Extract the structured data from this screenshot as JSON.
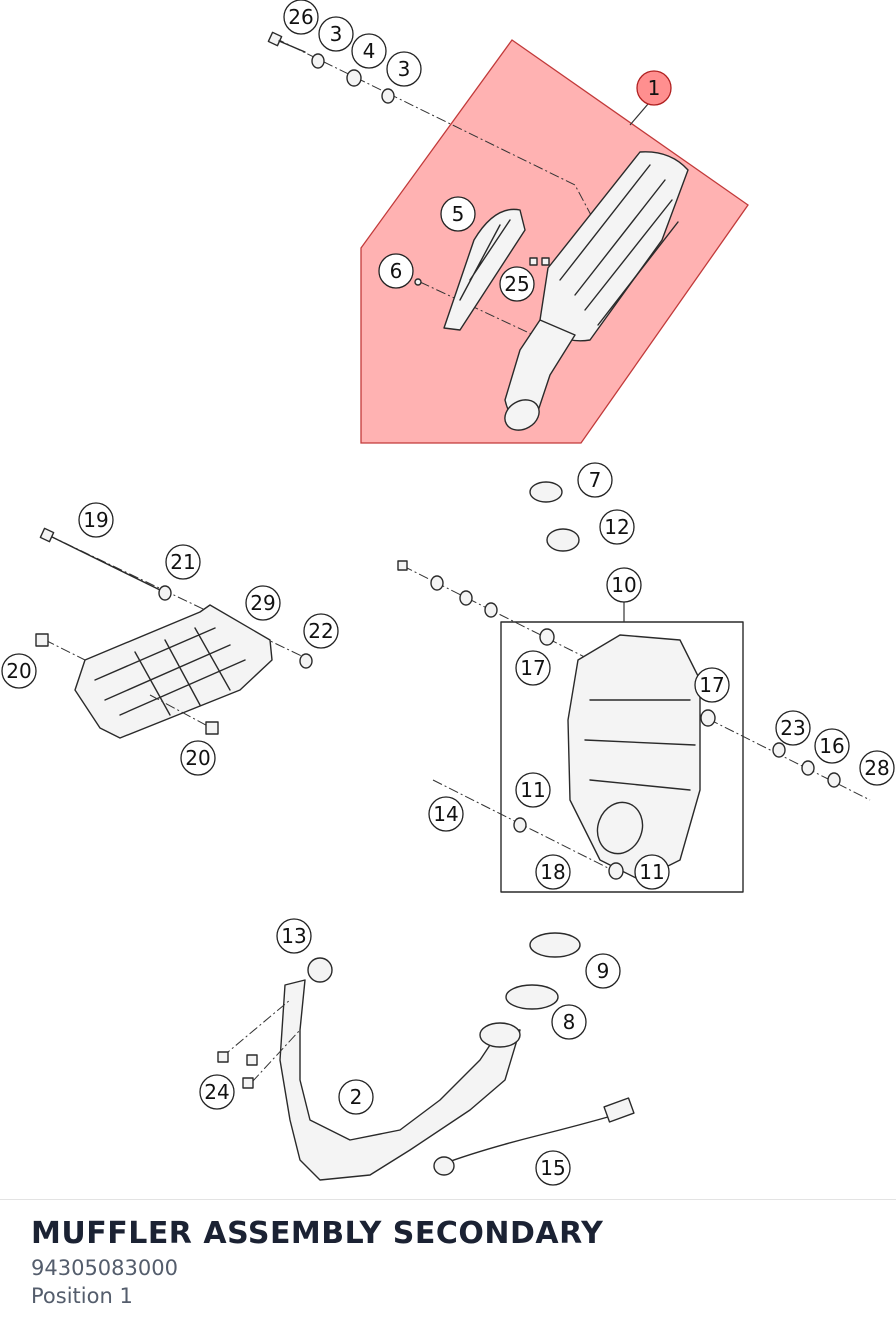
{
  "part": {
    "title": "MUFFLER ASSEMBLY SECONDARY",
    "number": "94305083000",
    "position": "Position 1"
  },
  "highlight_color": "#ff9f9f",
  "callouts": [
    "26",
    "3",
    "4",
    "3",
    "1",
    "5",
    "6",
    "25",
    "7",
    "12",
    "19",
    "21",
    "29",
    "22",
    "20",
    "20",
    "10",
    "17",
    "17",
    "23",
    "16",
    "28",
    "11",
    "14",
    "11",
    "18",
    "13",
    "9",
    "8",
    "24",
    "2",
    "15"
  ],
  "selected_callout": "1"
}
